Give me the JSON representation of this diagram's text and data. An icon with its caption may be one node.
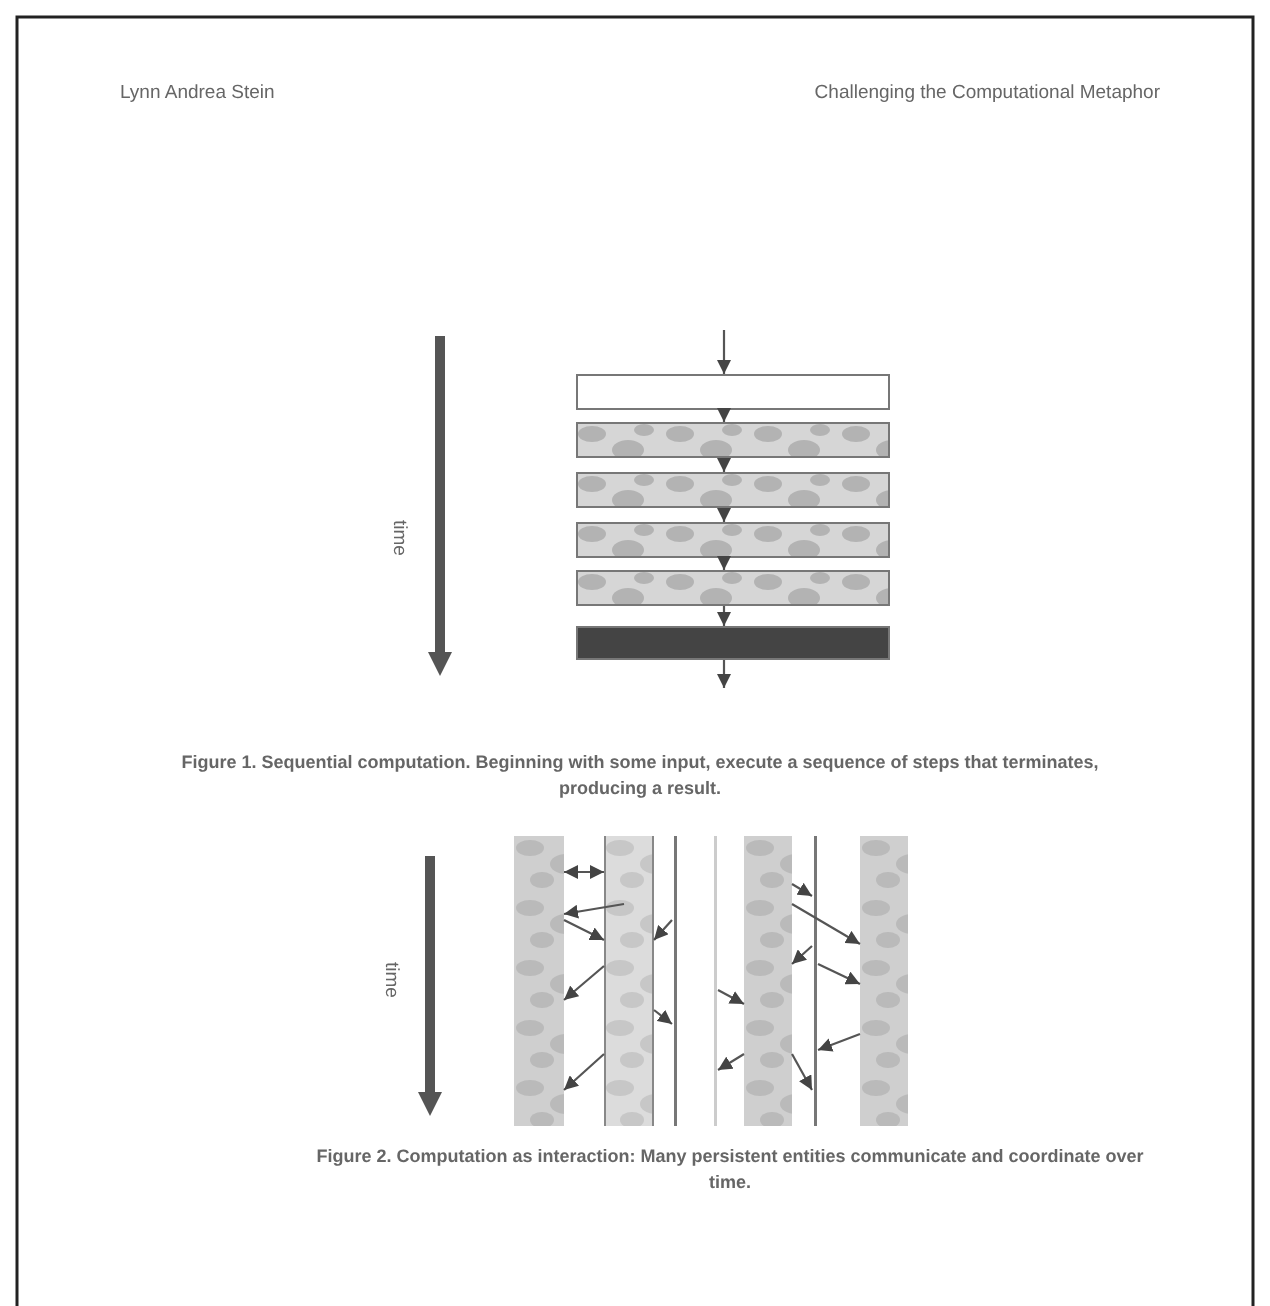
{
  "diagram": {
    "nodes": [
      {
        "text": [],
        "shape": "bar"
      },
      {
        "text": [],
        "shape": "bar"
      },
      {
        "text": [],
        "shape": "bar"
      },
      {
        "text": [],
        "shape": "bar"
      },
      {
        "text": [],
        "shape": "bar"
      },
      {
        "text": [],
        "shape": "bar"
      },
      {
        "text": [],
        "shape": "bar"
      },
      {
        "text": [],
        "shape": "bar"
      },
      {
        "text": [],
        "shape": "line"
      },
      {
        "text": [],
        "shape": "line"
      },
      {
        "text": [],
        "shape": "bar"
      },
      {
        "text": [],
        "shape": "line"
      },
      {
        "text": [],
        "shape": "bar"
      }
    ],
    "edges": [
      {
        "from": null,
        "to": 0,
        "arrow": "to"
      },
      {
        "from": 0,
        "to": 1,
        "arrow": "to"
      },
      {
        "from": 1,
        "to": 2,
        "arrow": "to"
      },
      {
        "from": 2,
        "to": 3,
        "arrow": "to"
      },
      {
        "from": 3,
        "to": 4,
        "arrow": "to"
      },
      {
        "from": 4,
        "to": 5,
        "arrow": "to"
      },
      {
        "from": 5,
        "to": null,
        "arrow": "to"
      },
      {
        "from": 6,
        "to": 7,
        "arrow": "both"
      },
      {
        "from": 10,
        "to": 11,
        "arrow": "to"
      },
      {
        "from": 10,
        "to": 12,
        "arrow": "to"
      },
      {
        "from": 6,
        "to": 7,
        "arrow": "to"
      },
      {
        "from": 7,
        "to": 6,
        "arrow": "to"
      },
      {
        "from": 8,
        "to": 7,
        "arrow": "to"
      },
      {
        "from": 11,
        "to": 10,
        "arrow": "to"
      },
      {
        "from": 11,
        "to": 12,
        "arrow": "to"
      },
      {
        "from": 7,
        "to": 6,
        "arrow": "to"
      },
      {
        "from": 9,
        "to": 10,
        "arrow": "to"
      },
      {
        "from": 7,
        "to": 8,
        "arrow": "to"
      },
      {
        "from": 12,
        "to": 11,
        "arrow": "to"
      },
      {
        "from": 7,
        "to": 6,
        "arrow": "to"
      },
      {
        "from": 10,
        "to": 9,
        "arrow": "to"
      },
      {
        "from": 10,
        "to": 11,
        "arrow": "to"
      }
    ],
    "labels": [
      "Lynn Andrea Stein",
      "Challenging the Computational Metaphor",
      "time",
      "Figure 1. Sequential computation. Beginning with some input, execute a sequence of steps that terminates, producing a result.",
      "time",
      "Figure 2. Computation as interaction: Many persistent entities communicate and coordinate over time."
    ]
  }
}
